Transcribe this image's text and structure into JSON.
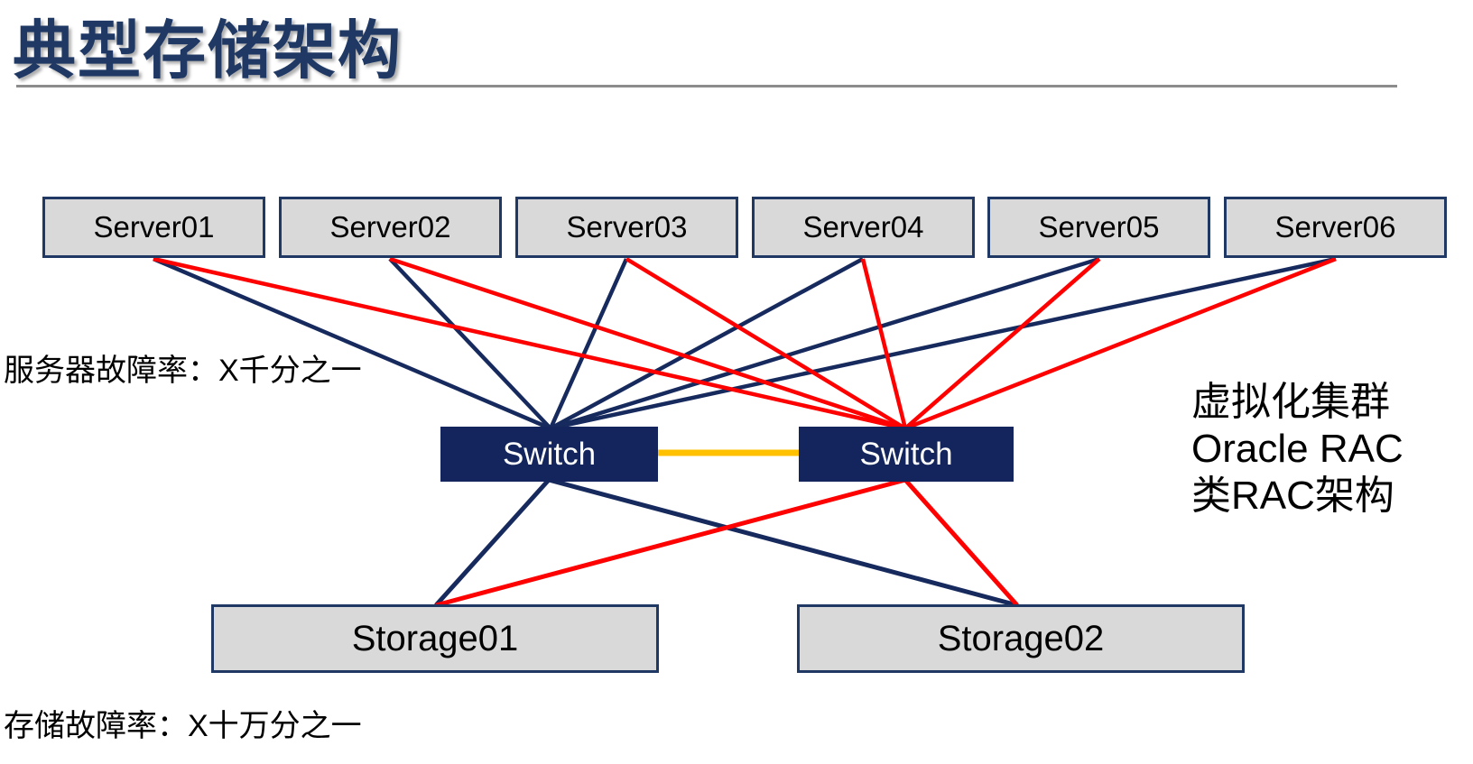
{
  "title": "典型存储架构",
  "annotations": {
    "server_failure_rate": "服务器故障率：X千分之一",
    "storage_failure_rate": "存储故障率：X十万分之一",
    "cluster_note_lines": [
      "虚拟化集群",
      "Oracle RAC",
      "类RAC架构"
    ]
  },
  "nodes": {
    "servers": [
      {
        "label": "Server01"
      },
      {
        "label": "Server02"
      },
      {
        "label": "Server03"
      },
      {
        "label": "Server04"
      },
      {
        "label": "Server05"
      },
      {
        "label": "Server06"
      }
    ],
    "switches": [
      {
        "label": "Switch"
      },
      {
        "label": "Switch"
      }
    ],
    "storages": [
      {
        "label": "Storage01"
      },
      {
        "label": "Storage02"
      }
    ]
  },
  "colors": {
    "navy_line": "#172A5E",
    "red_line": "#FF0000",
    "orange_line": "#FFC000",
    "box_fill": "#D9D9D9",
    "box_border": "#1F3864",
    "switch_fill": "#13255C",
    "title_text": "#1F3864",
    "divider": "#8C8C8C"
  },
  "edges": [
    {
      "from": "server01",
      "to": "switch1",
      "color": "navy_line"
    },
    {
      "from": "server02",
      "to": "switch1",
      "color": "navy_line"
    },
    {
      "from": "server03",
      "to": "switch1",
      "color": "navy_line"
    },
    {
      "from": "server04",
      "to": "switch1",
      "color": "navy_line"
    },
    {
      "from": "server05",
      "to": "switch1",
      "color": "navy_line"
    },
    {
      "from": "server06",
      "to": "switch1",
      "color": "navy_line"
    },
    {
      "from": "server01",
      "to": "switch2",
      "color": "red_line"
    },
    {
      "from": "server02",
      "to": "switch2",
      "color": "red_line"
    },
    {
      "from": "server03",
      "to": "switch2",
      "color": "red_line"
    },
    {
      "from": "server04",
      "to": "switch2",
      "color": "red_line"
    },
    {
      "from": "server05",
      "to": "switch2",
      "color": "red_line"
    },
    {
      "from": "server06",
      "to": "switch2",
      "color": "red_line"
    },
    {
      "from": "switch1",
      "to": "storage01",
      "color": "navy_line"
    },
    {
      "from": "switch1",
      "to": "storage02",
      "color": "navy_line"
    },
    {
      "from": "switch2",
      "to": "storage01",
      "color": "red_line"
    },
    {
      "from": "switch2",
      "to": "storage02",
      "color": "red_line"
    },
    {
      "from": "switch1",
      "to": "switch2",
      "color": "orange_line"
    }
  ]
}
